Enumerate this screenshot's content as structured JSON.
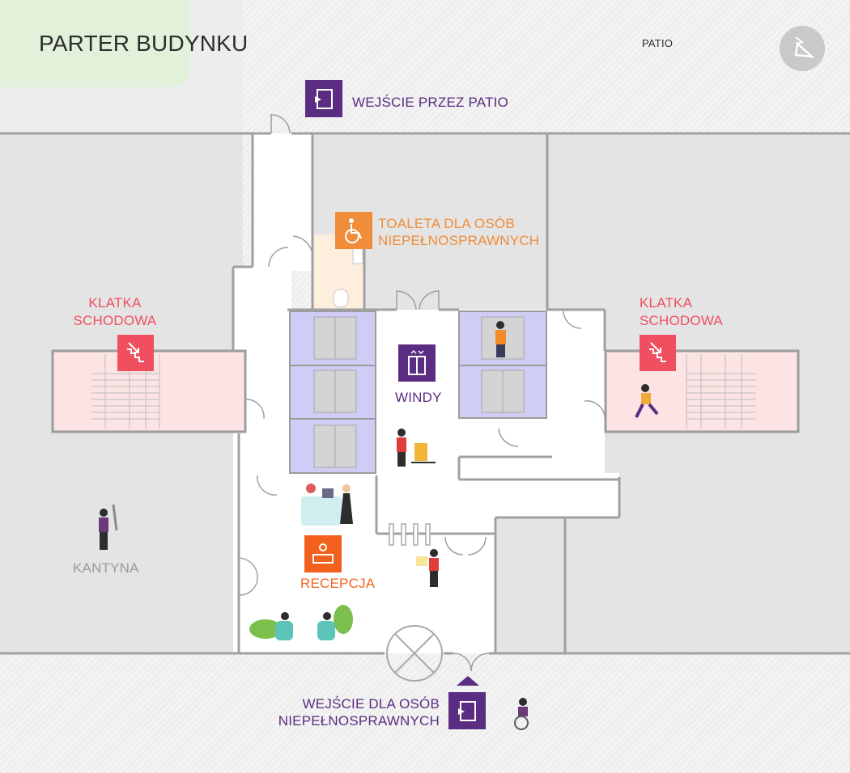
{
  "title": "PARTER BUDYNKU",
  "patio_label": "PATIO",
  "labels": {
    "patio_entrance": "WEJŚCIE PRZEZ PATIO",
    "toilet_line1": "TOALETA DLA OSÓB",
    "toilet_line2": "NIEPEŁNOSPRAWNYCH",
    "stairs_left_line1": "KLATKA",
    "stairs_left_line2": "SCHODOWA",
    "stairs_right_line1": "KLATKA",
    "stairs_right_line2": "SCHODOWA",
    "elevators": "WINDY",
    "canteen": "KANTYNA",
    "reception": "RECEPCJA",
    "accessible_entrance_line1": "WEJŚCIE DLA OSÓB",
    "accessible_entrance_line2": "NIEPEŁNOSPRAWNYCH"
  },
  "colors": {
    "purple": "#5b2d82",
    "orange_toilet": "#ef8d3a",
    "red_stairs": "#ef4f5f",
    "orange_reception": "#f2621e",
    "green_area": "#e3f2dc",
    "stair_pink": "#fde4e4",
    "elevator_lilac": "#cfccf5",
    "toilet_beige": "#fdeedd",
    "canteen_grey": "#9b9b9b",
    "dark_text": "#2d2d2d"
  },
  "icons": {
    "compass": "compass-icon",
    "door": "door-icon",
    "wheelchair": "wheelchair-icon",
    "stairs": "stairs-icon",
    "elevator": "elevator-icon",
    "reception": "reception-icon"
  }
}
